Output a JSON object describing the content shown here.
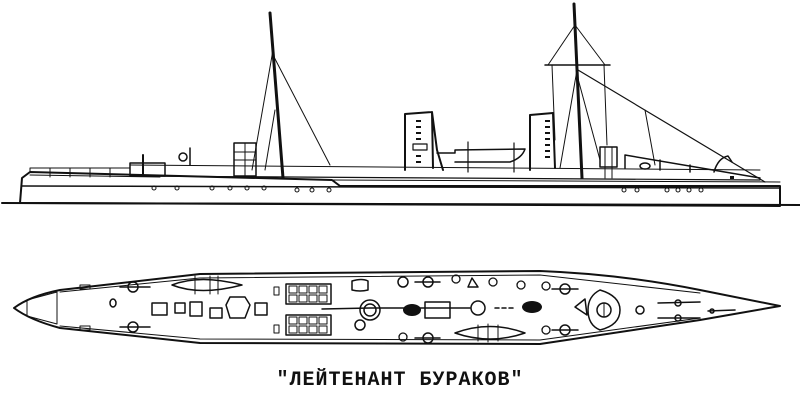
{
  "caption": "\"ЛЕЙТЕНАНТ БУРАКОВ\"",
  "views": {
    "profile": {
      "label": "side-elevation",
      "masts": 2,
      "funnels": 2,
      "portholes": 22
    },
    "plan": {
      "label": "deck-plan",
      "boats": 2,
      "skylight_grids": 2
    }
  },
  "colors": {
    "ink": "#111111",
    "paper": "#ffffff"
  }
}
